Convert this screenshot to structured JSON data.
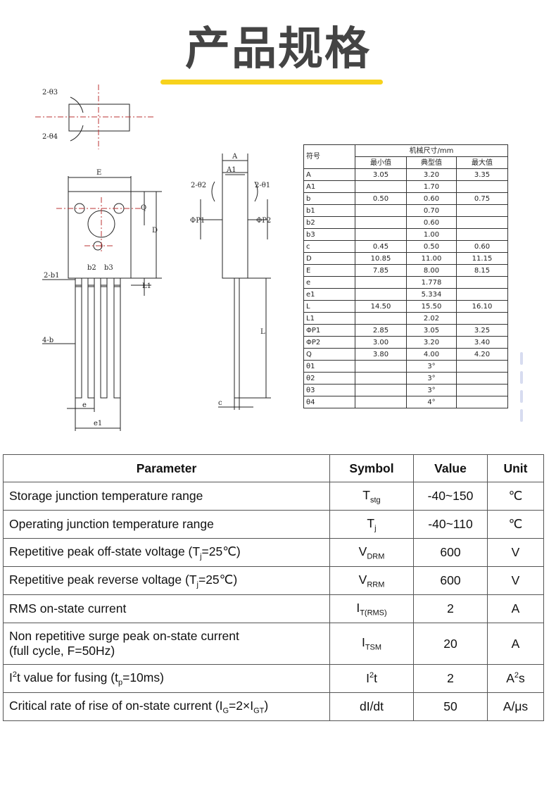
{
  "page": {
    "title": "产品规格",
    "accent": "#f7d21c"
  },
  "drawing_labels": {
    "theta3": "2-θ3",
    "theta4": "2-θ4",
    "E": "E",
    "Q": "Q",
    "D": "D",
    "b1": "2-b1",
    "b2": "b2",
    "b3": "b3",
    "L1": "L1",
    "b4": "4-b",
    "e": "e",
    "e1": "e1",
    "A": "A",
    "A1": "A1",
    "theta2": "2-θ2",
    "theta1": "2-θ1",
    "P1": "ΦP1",
    "P2": "ΦP2",
    "L": "L",
    "c": "c"
  },
  "dimension_table": {
    "header_symbol": "符号",
    "header_group": "机械尺寸/mm",
    "header_min": "最小值",
    "header_typ": "典型值",
    "header_max": "最大值",
    "rows": [
      {
        "sym": "A",
        "min": "3.05",
        "typ": "3.20",
        "max": "3.35"
      },
      {
        "sym": "A1",
        "min": "",
        "typ": "1.70",
        "max": ""
      },
      {
        "sym": "b",
        "min": "0.50",
        "typ": "0.60",
        "max": "0.75"
      },
      {
        "sym": "b1",
        "min": "",
        "typ": "0.70",
        "max": ""
      },
      {
        "sym": "b2",
        "min": "",
        "typ": "0.60",
        "max": ""
      },
      {
        "sym": "b3",
        "min": "",
        "typ": "1.00",
        "max": ""
      },
      {
        "sym": "c",
        "min": "0.45",
        "typ": "0.50",
        "max": "0.60"
      },
      {
        "sym": "D",
        "min": "10.85",
        "typ": "11.00",
        "max": "11.15"
      },
      {
        "sym": "E",
        "min": "7.85",
        "typ": "8.00",
        "max": "8.15"
      },
      {
        "sym": "e",
        "min": "",
        "typ": "1.778",
        "max": ""
      },
      {
        "sym": "e1",
        "min": "",
        "typ": "5.334",
        "max": ""
      },
      {
        "sym": "L",
        "min": "14.50",
        "typ": "15.50",
        "max": "16.10"
      },
      {
        "sym": "L1",
        "min": "",
        "typ": "2.02",
        "max": ""
      },
      {
        "sym": "ΦP1",
        "min": "2.85",
        "typ": "3.05",
        "max": "3.25"
      },
      {
        "sym": "ΦP2",
        "min": "3.00",
        "typ": "3.20",
        "max": "3.40"
      },
      {
        "sym": "Q",
        "min": "3.80",
        "typ": "4.00",
        "max": "4.20"
      },
      {
        "sym": "θ1",
        "min": "",
        "typ": "3°",
        "max": ""
      },
      {
        "sym": "θ2",
        "min": "",
        "typ": "3°",
        "max": ""
      },
      {
        "sym": "θ3",
        "min": "",
        "typ": "3°",
        "max": ""
      },
      {
        "sym": "θ4",
        "min": "",
        "typ": "4°",
        "max": ""
      }
    ]
  },
  "param_table": {
    "headers": {
      "parameter": "Parameter",
      "symbol": "Symbol",
      "value": "Value",
      "unit": "Unit"
    },
    "rows": [
      {
        "p1": "Storage junction temperature range",
        "p2": "",
        "sym_main": "T",
        "sym_sub": "stg",
        "sym_sup": "",
        "value": "-40~150",
        "unit": "℃",
        "unit_sup": ""
      },
      {
        "p1": "Operating junction temperature range",
        "p2": "",
        "sym_main": "T",
        "sym_sub": "j",
        "sym_sup": "",
        "value": "-40~110",
        "unit": "℃",
        "unit_sup": ""
      },
      {
        "p1": "Repetitive peak off-state voltage (T",
        "p1_sub": "j",
        "p1_tail": "=25℃)",
        "p2": "",
        "sym_main": "V",
        "sym_sub": "DRM",
        "sym_sup": "",
        "value": "600",
        "unit": "V",
        "unit_sup": ""
      },
      {
        "p1": "Repetitive peak reverse voltage (T",
        "p1_sub": "j",
        "p1_tail": "=25℃)",
        "p2": "",
        "sym_main": "V",
        "sym_sub": "RRM",
        "sym_sup": "",
        "value": "600",
        "unit": "V",
        "unit_sup": ""
      },
      {
        "p1": "RMS on-state current",
        "p2": "",
        "sym_main": "I",
        "sym_sub": "T(RMS)",
        "sym_sup": "",
        "value": "2",
        "unit": "A",
        "unit_sup": ""
      },
      {
        "p1": "Non repetitive surge peak on-state current",
        "p2": "(full cycle, F=50Hz)",
        "sym_main": "I",
        "sym_sub": "TSM",
        "sym_sup": "",
        "value": "20",
        "unit": "A",
        "unit_sup": ""
      },
      {
        "p1": "I",
        "p1_sup": "2",
        "p1_mid": "t value for fusing (t",
        "p1_sub": "p",
        "p1_tail": "=10ms)",
        "p2": "",
        "sym_main": "I",
        "sym_sub": "",
        "sym_sup": "2",
        "sym_tail": "t",
        "value": "2",
        "unit": "A",
        "unit_sup": "2",
        "unit_tail": "s"
      },
      {
        "p1": "Critical rate of rise of on-state current (I",
        "p1_sub": "G",
        "p1_tail": "=2×I",
        "p1_sub2": "GT",
        "p1_end": ")",
        "p2": "",
        "sym_main": "dI/dt",
        "sym_sub": "",
        "sym_sup": "",
        "value": "50",
        "unit": "A/μs",
        "unit_sup": ""
      }
    ]
  }
}
